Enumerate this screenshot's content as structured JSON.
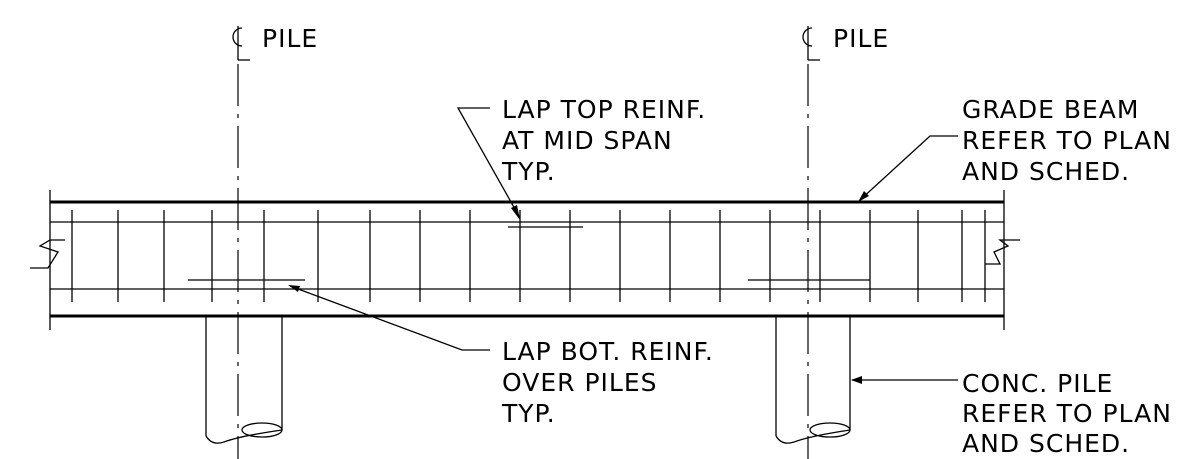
{
  "labels": {
    "cl_left": "PILE",
    "cl_right": "PILE",
    "lap_top": [
      "LAP TOP REINF.",
      "AT MID SPAN",
      "TYP."
    ],
    "grade_beam": [
      "GRADE BEAM",
      "REFER TO PLAN",
      "AND SCHED."
    ],
    "lap_bot": [
      "LAP BOT. REINF.",
      "OVER PILES",
      "TYP."
    ],
    "conc_pile": [
      "CONC. PILE",
      "REFER TO PLAN",
      "AND SCHED."
    ]
  },
  "symbols": {
    "centerline": "centerline-symbol"
  },
  "colors": {
    "line": "#000000",
    "background": "#ffffff"
  }
}
